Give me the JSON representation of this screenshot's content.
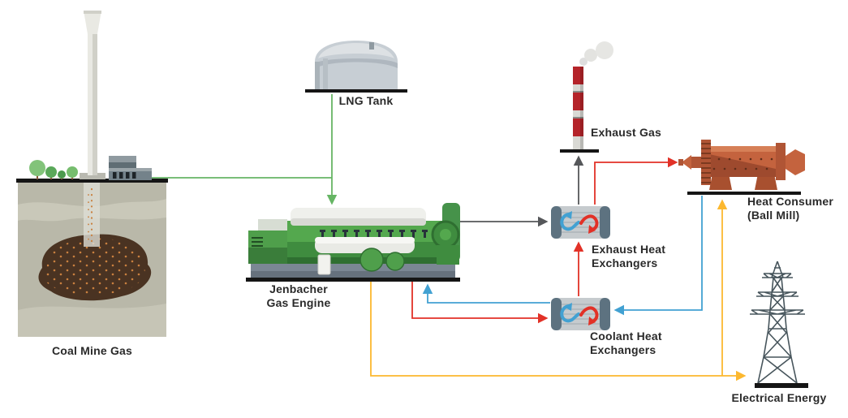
{
  "diagram": {
    "description": "Coal mine gas cogeneration energy flow diagram",
    "labels": {
      "coal_mine": "Coal Mine Gas",
      "lng_tank": "LNG Tank",
      "engine_line1": "Jenbacher",
      "engine_line2": "Gas Engine",
      "exhaust_gas": "Exhaust Gas",
      "exhaust_hx_line1": "Exhaust Heat",
      "exhaust_hx_line2": "Exchangers",
      "coolant_hx_line1": "Coolant Heat",
      "coolant_hx_line2": "Exchangers",
      "heat_consumer_line1": "Heat Consumer",
      "heat_consumer_line2": "(Ball Mill)",
      "electrical_energy": "Electrical Energy"
    },
    "colors": {
      "gas_green": "#66b564",
      "exhaust_gray": "#55575a",
      "heat_red": "#e23127",
      "coolant_blue": "#42a1d2",
      "electricity_yellow": "#fcb82f",
      "text_dark": "#2a2a2a",
      "chimney_red": "#b5242a",
      "engine_green": "#54a84e",
      "mill_terracotta": "#c4633e",
      "exchanger_slate": "#5d7280"
    },
    "flows": [
      {
        "from": "Coal Mine Gas",
        "to": "Jenbacher Gas Engine",
        "medium": "mine gas",
        "color": "gas_green"
      },
      {
        "from": "LNG Tank",
        "to": "Jenbacher Gas Engine",
        "medium": "LNG",
        "color": "gas_green"
      },
      {
        "from": "Jenbacher Gas Engine",
        "to": "Exhaust Heat Exchangers",
        "medium": "exhaust",
        "color": "exhaust_gray"
      },
      {
        "from": "Exhaust Heat Exchangers",
        "to": "Exhaust Gas",
        "medium": "exhaust",
        "color": "exhaust_gray"
      },
      {
        "from": "Exhaust Heat Exchangers",
        "to": "Heat Consumer (Ball Mill)",
        "medium": "heat",
        "color": "heat_red"
      },
      {
        "from": "Coolant Heat Exchangers",
        "to": "Exhaust Heat Exchangers",
        "medium": "heat",
        "color": "heat_red"
      },
      {
        "from": "Jenbacher Gas Engine",
        "to": "Coolant Heat Exchangers",
        "medium": "heat",
        "color": "heat_red"
      },
      {
        "from": "Coolant Heat Exchangers",
        "to": "Jenbacher Gas Engine",
        "medium": "coolant return",
        "color": "coolant_blue"
      },
      {
        "from": "Heat Consumer (Ball Mill)",
        "to": "Coolant Heat Exchangers",
        "medium": "coolant return",
        "color": "coolant_blue"
      },
      {
        "from": "Jenbacher Gas Engine",
        "to": "Electrical Energy",
        "medium": "electricity",
        "color": "electricity_yellow"
      },
      {
        "from": "Jenbacher Gas Engine",
        "to": "Heat Consumer (Ball Mill)",
        "medium": "electricity",
        "color": "electricity_yellow"
      }
    ]
  }
}
